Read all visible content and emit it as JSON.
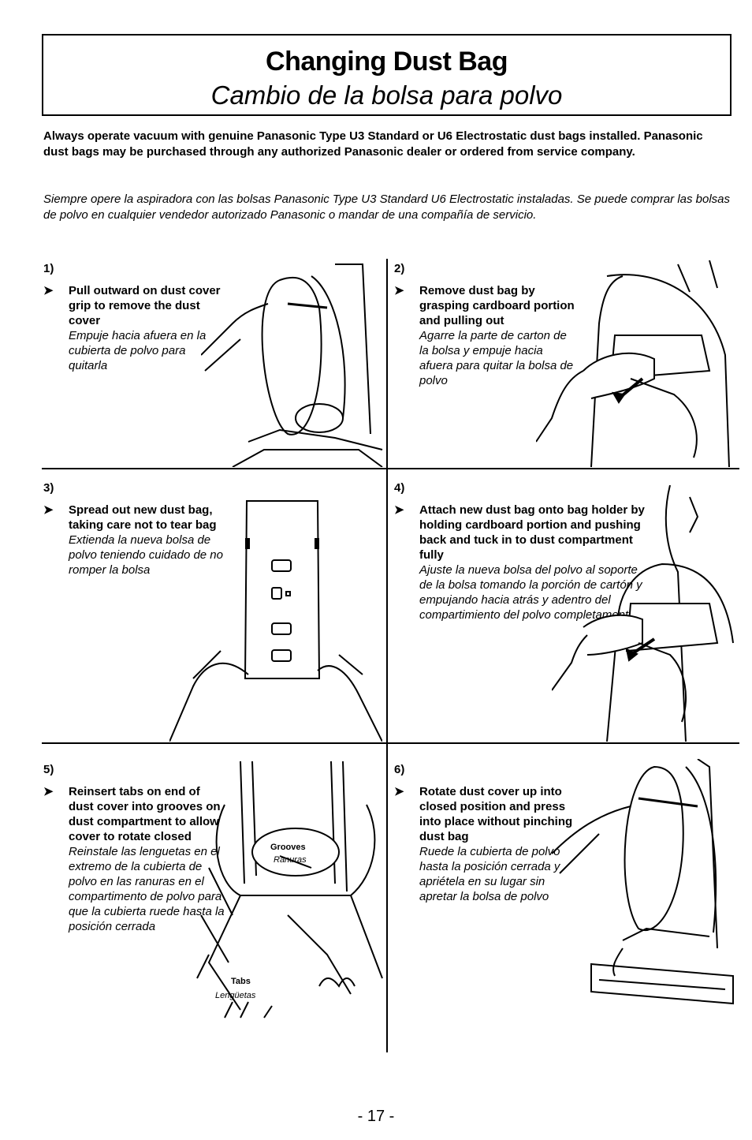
{
  "title": {
    "en": "Changing Dust Bag",
    "es": "Cambio de la bolsa para polvo"
  },
  "intro": {
    "en": "Always operate vacuum with genuine Panasonic Type U3 Standard or U6 Electrostatic dust bags installed. Panasonic dust bags may be purchased through any authorized Panasonic dealer or ordered from service company.",
    "es": "Siempre opere la aspiradora con las bolsas Panasonic Type U3 Standard U6 Electrostatic instaladas. Se puede comprar las bolsas de polvo en cualquier vendedor autorizado Panasonic o mandar de una compañía de servicio."
  },
  "steps": [
    {
      "num": "1)",
      "en": "Pull outward on dust cover grip to remove the dust cover",
      "es": "Empuje hacia afuera en la cubierta de polvo para quitarla"
    },
    {
      "num": "2)",
      "en": "Remove dust bag by grasping cardboard portion and pulling out",
      "es": "Agarre la parte de carton de la bolsa y empuje hacia afuera para quitar la bolsa de polvo"
    },
    {
      "num": "3)",
      "en": "Spread out new dust bag, taking care not to tear bag",
      "es": "Extienda la nueva bolsa de polvo teniendo cuidado de no romper la bolsa"
    },
    {
      "num": "4)",
      "en": "Attach new dust bag onto bag holder by holding cardboard portion and pushing back and tuck in to dust compartment fully",
      "es": "Ajuste la nueva bolsa del polvo al soporte de la bolsa tomando la porción de cartón y empujando hacia atrás y adentro del compartimiento del polvo completamente"
    },
    {
      "num": "5)",
      "en": "Reinsert tabs on end of dust cover into grooves on dust compartment to allow cover to rotate closed",
      "es": "Reinstale las lenguetas en el extremo de la cubierta de polvo en las ranuras en el compartimento de polvo para que la cubierta ruede hasta la posición cerrada"
    },
    {
      "num": "6)",
      "en": "Rotate dust cover up into closed position and press into place without pinching dust bag",
      "es": "Ruede la cubierta de polvo hasta la posición cerrada y apriétela en su lugar sin apretar la bolsa de polvo"
    }
  ],
  "labels": {
    "grooves": "Grooves",
    "ranuras": "Ranuras",
    "tabs": "Tabs",
    "lenguetas": "Lengüetas"
  },
  "arrow_glyph": "➤",
  "page_number": "- 17 -"
}
